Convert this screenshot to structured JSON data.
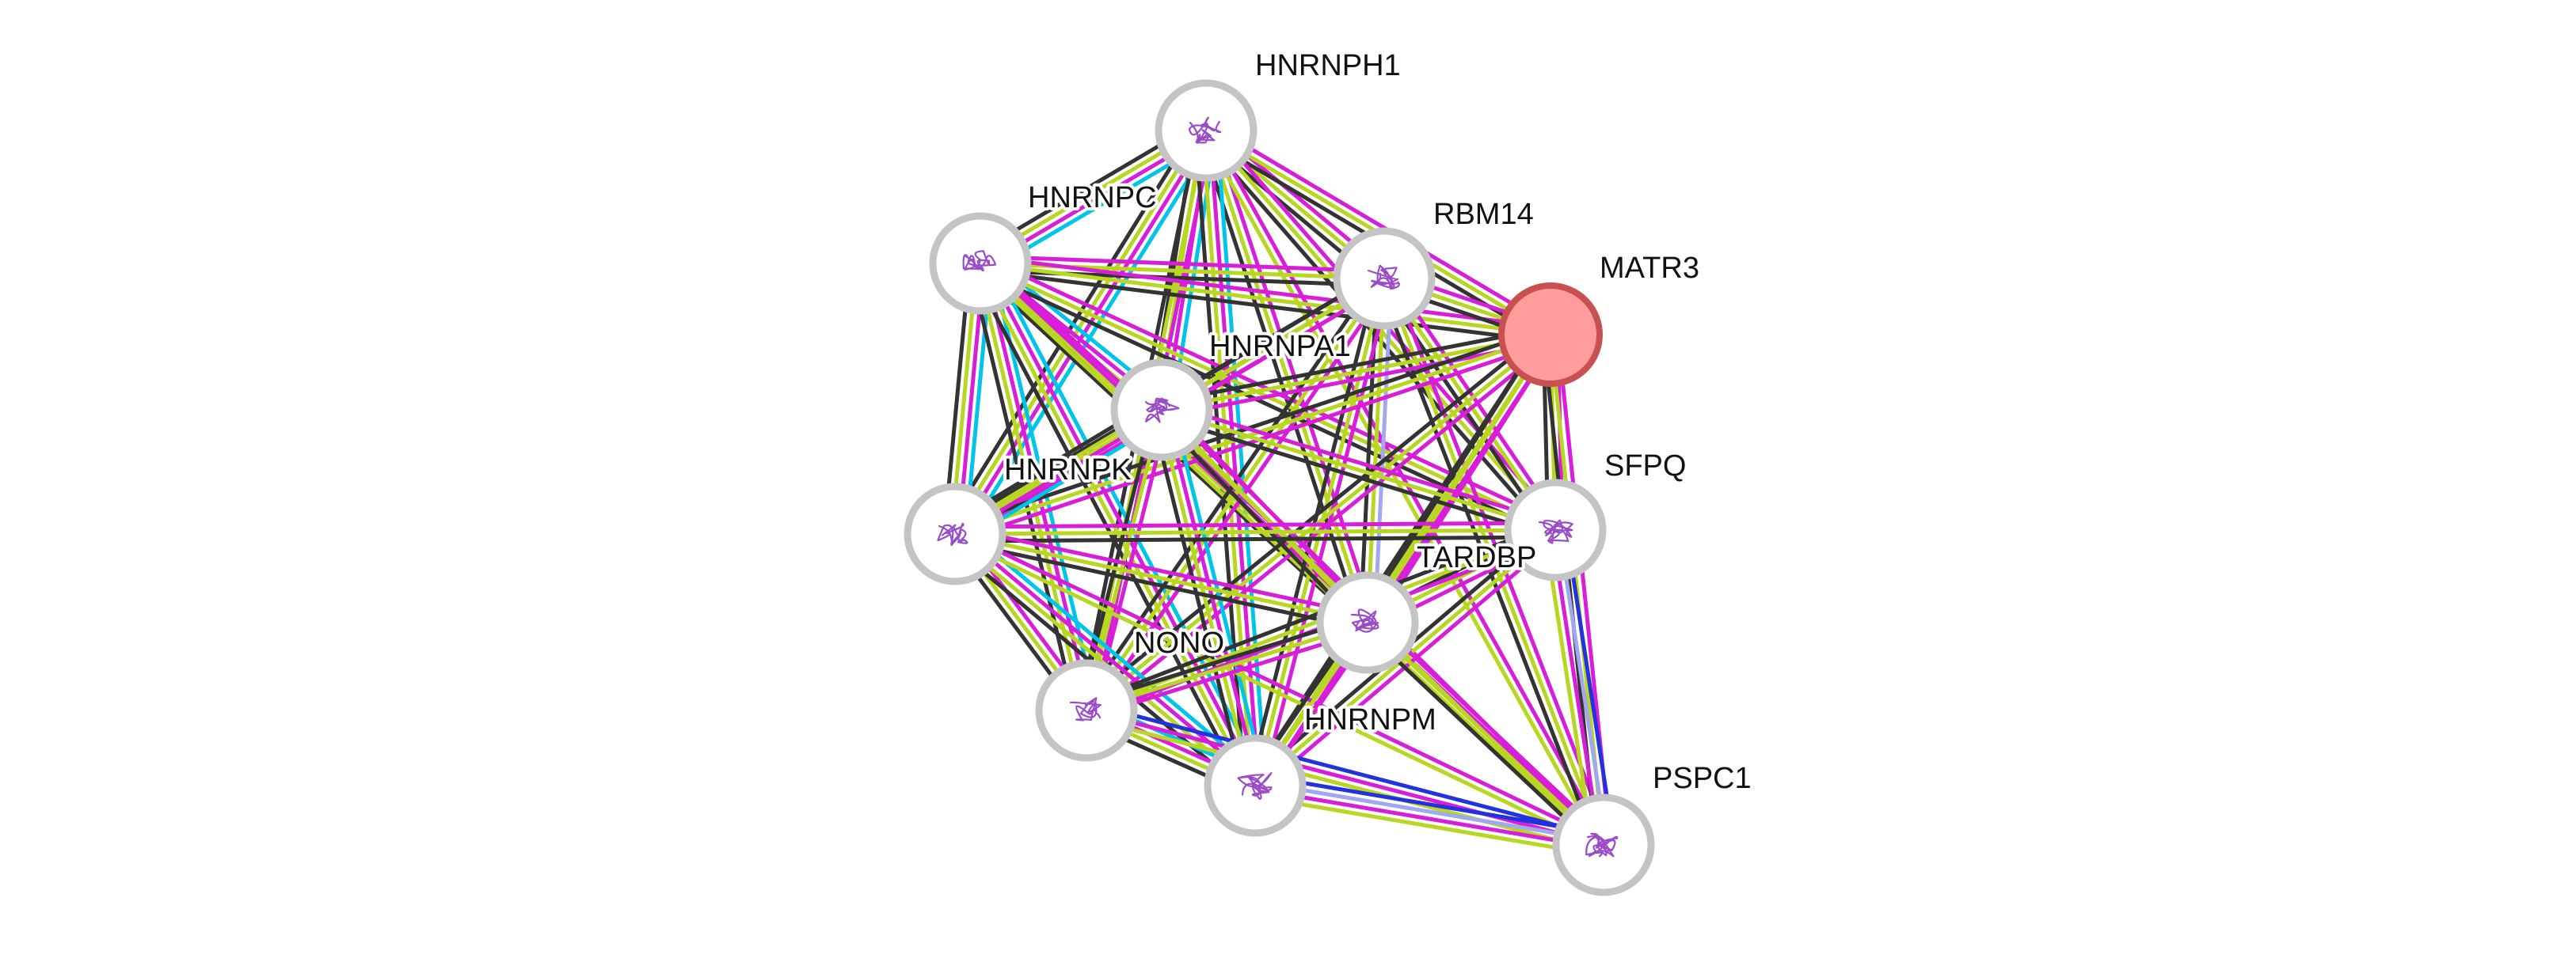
{
  "colors": {
    "database": "#00c4e8",
    "experiments": "#d81ed8",
    "textmining": "#b8d622",
    "coexpression": "#333333",
    "homology": "#a0a8f0",
    "cooccurrence": "#2233dd",
    "query_fill": "#ff9c9c",
    "query_stroke": "#c95050",
    "node_ring": "#c4c4c4"
  },
  "nodes": [
    {
      "id": "HNRNPH1",
      "label": "HNRNPH1",
      "icon": "protein-structure-icon",
      "query": false
    },
    {
      "id": "HNRNPC",
      "label": "HNRNPC",
      "icon": "protein-structure-icon",
      "query": false
    },
    {
      "id": "RBM14",
      "label": "RBM14",
      "icon": "protein-structure-icon",
      "query": false
    },
    {
      "id": "MATR3",
      "label": "MATR3",
      "icon": "query-protein-node",
      "query": true
    },
    {
      "id": "HNRNPA1",
      "label": "HNRNPA1",
      "icon": "protein-structure-icon",
      "query": false
    },
    {
      "id": "HNRNPK",
      "label": "HNRNPK",
      "icon": "protein-structure-icon",
      "query": false
    },
    {
      "id": "SFPQ",
      "label": "SFPQ",
      "icon": "protein-structure-icon",
      "query": false
    },
    {
      "id": "TARDBP",
      "label": "TARDBP",
      "icon": "protein-structure-icon",
      "query": false
    },
    {
      "id": "NONO",
      "label": "NONO",
      "icon": "protein-structure-icon",
      "query": false
    },
    {
      "id": "HNRNPM",
      "label": "HNRNPM",
      "icon": "protein-structure-icon",
      "query": false
    },
    {
      "id": "PSPC1",
      "label": "PSPC1",
      "icon": "protein-structure-icon",
      "query": false
    }
  ],
  "edges": [
    {
      "source": "HNRNPH1",
      "target": "HNRNPC",
      "evidence": [
        "database",
        "experiments",
        "textmining",
        "coexpression"
      ]
    },
    {
      "source": "HNRNPH1",
      "target": "RBM14",
      "evidence": [
        "experiments",
        "textmining",
        "coexpression"
      ]
    },
    {
      "source": "HNRNPH1",
      "target": "MATR3",
      "evidence": [
        "experiments",
        "textmining",
        "coexpression"
      ]
    },
    {
      "source": "HNRNPH1",
      "target": "HNRNPA1",
      "evidence": [
        "database",
        "experiments",
        "textmining",
        "coexpression"
      ]
    },
    {
      "source": "HNRNPH1",
      "target": "HNRNPK",
      "evidence": [
        "database",
        "experiments",
        "textmining",
        "coexpression"
      ]
    },
    {
      "source": "HNRNPH1",
      "target": "SFPQ",
      "evidence": [
        "experiments",
        "textmining",
        "coexpression"
      ]
    },
    {
      "source": "HNRNPH1",
      "target": "TARDBP",
      "evidence": [
        "experiments",
        "textmining",
        "coexpression"
      ]
    },
    {
      "source": "HNRNPH1",
      "target": "NONO",
      "evidence": [
        "experiments",
        "textmining",
        "coexpression"
      ]
    },
    {
      "source": "HNRNPH1",
      "target": "HNRNPM",
      "evidence": [
        "database",
        "experiments",
        "textmining",
        "coexpression"
      ]
    },
    {
      "source": "HNRNPH1",
      "target": "PSPC1",
      "evidence": [
        "experiments",
        "textmining"
      ]
    },
    {
      "source": "HNRNPC",
      "target": "RBM14",
      "evidence": [
        "experiments",
        "textmining",
        "coexpression"
      ]
    },
    {
      "source": "HNRNPC",
      "target": "MATR3",
      "evidence": [
        "experiments",
        "textmining",
        "coexpression"
      ]
    },
    {
      "source": "HNRNPC",
      "target": "HNRNPA1",
      "evidence": [
        "database",
        "experiments",
        "textmining",
        "coexpression"
      ]
    },
    {
      "source": "HNRNPC",
      "target": "HNRNPK",
      "evidence": [
        "database",
        "experiments",
        "textmining",
        "coexpression"
      ]
    },
    {
      "source": "HNRNPC",
      "target": "SFPQ",
      "evidence": [
        "experiments",
        "textmining",
        "coexpression"
      ]
    },
    {
      "source": "HNRNPC",
      "target": "TARDBP",
      "evidence": [
        "experiments",
        "textmining",
        "coexpression"
      ]
    },
    {
      "source": "HNRNPC",
      "target": "NONO",
      "evidence": [
        "database",
        "experiments",
        "textmining",
        "coexpression"
      ]
    },
    {
      "source": "HNRNPC",
      "target": "HNRNPM",
      "evidence": [
        "database",
        "experiments",
        "textmining",
        "coexpression"
      ]
    },
    {
      "source": "HNRNPC",
      "target": "PSPC1",
      "evidence": [
        "experiments",
        "textmining"
      ]
    },
    {
      "source": "RBM14",
      "target": "MATR3",
      "evidence": [
        "experiments",
        "textmining",
        "coexpression"
      ]
    },
    {
      "source": "RBM14",
      "target": "HNRNPA1",
      "evidence": [
        "experiments",
        "textmining",
        "coexpression"
      ]
    },
    {
      "source": "RBM14",
      "target": "HNRNPK",
      "evidence": [
        "experiments",
        "textmining",
        "coexpression"
      ]
    },
    {
      "source": "RBM14",
      "target": "SFPQ",
      "evidence": [
        "experiments",
        "textmining",
        "coexpression"
      ]
    },
    {
      "source": "RBM14",
      "target": "TARDBP",
      "evidence": [
        "homology",
        "textmining",
        "coexpression"
      ]
    },
    {
      "source": "RBM14",
      "target": "NONO",
      "evidence": [
        "experiments",
        "textmining",
        "coexpression"
      ]
    },
    {
      "source": "RBM14",
      "target": "HNRNPM",
      "evidence": [
        "experiments",
        "textmining",
        "coexpression"
      ]
    },
    {
      "source": "RBM14",
      "target": "PSPC1",
      "evidence": [
        "experiments",
        "textmining",
        "coexpression"
      ]
    },
    {
      "source": "MATR3",
      "target": "HNRNPA1",
      "evidence": [
        "experiments",
        "textmining",
        "coexpression"
      ]
    },
    {
      "source": "MATR3",
      "target": "HNRNPK",
      "evidence": [
        "experiments",
        "textmining",
        "coexpression"
      ]
    },
    {
      "source": "MATR3",
      "target": "SFPQ",
      "evidence": [
        "experiments",
        "textmining",
        "coexpression"
      ]
    },
    {
      "source": "MATR3",
      "target": "TARDBP",
      "evidence": [
        "experiments",
        "textmining",
        "coexpression"
      ]
    },
    {
      "source": "MATR3",
      "target": "NONO",
      "evidence": [
        "experiments",
        "textmining",
        "coexpression"
      ]
    },
    {
      "source": "MATR3",
      "target": "HNRNPM",
      "evidence": [
        "experiments",
        "textmining",
        "coexpression"
      ]
    },
    {
      "source": "MATR3",
      "target": "PSPC1",
      "evidence": [
        "experiments",
        "textmining",
        "coexpression"
      ]
    },
    {
      "source": "HNRNPA1",
      "target": "HNRNPK",
      "evidence": [
        "database",
        "experiments",
        "textmining",
        "coexpression"
      ]
    },
    {
      "source": "HNRNPA1",
      "target": "SFPQ",
      "evidence": [
        "experiments",
        "textmining",
        "coexpression"
      ]
    },
    {
      "source": "HNRNPA1",
      "target": "TARDBP",
      "evidence": [
        "experiments",
        "textmining",
        "coexpression"
      ]
    },
    {
      "source": "HNRNPA1",
      "target": "NONO",
      "evidence": [
        "experiments",
        "textmining",
        "coexpression"
      ]
    },
    {
      "source": "HNRNPA1",
      "target": "HNRNPM",
      "evidence": [
        "database",
        "experiments",
        "textmining",
        "coexpression"
      ]
    },
    {
      "source": "HNRNPA1",
      "target": "PSPC1",
      "evidence": [
        "experiments",
        "textmining"
      ]
    },
    {
      "source": "HNRNPK",
      "target": "SFPQ",
      "evidence": [
        "experiments",
        "textmining",
        "coexpression"
      ]
    },
    {
      "source": "HNRNPK",
      "target": "TARDBP",
      "evidence": [
        "experiments",
        "textmining",
        "coexpression"
      ]
    },
    {
      "source": "HNRNPK",
      "target": "NONO",
      "evidence": [
        "experiments",
        "textmining",
        "coexpression"
      ]
    },
    {
      "source": "HNRNPK",
      "target": "HNRNPM",
      "evidence": [
        "database",
        "experiments",
        "textmining",
        "coexpression"
      ]
    },
    {
      "source": "HNRNPK",
      "target": "PSPC1",
      "evidence": [
        "experiments",
        "textmining"
      ]
    },
    {
      "source": "SFPQ",
      "target": "TARDBP",
      "evidence": [
        "experiments",
        "textmining",
        "coexpression"
      ]
    },
    {
      "source": "SFPQ",
      "target": "NONO",
      "evidence": [
        "experiments",
        "textmining",
        "coexpression"
      ]
    },
    {
      "source": "SFPQ",
      "target": "HNRNPM",
      "evidence": [
        "experiments",
        "textmining",
        "coexpression"
      ]
    },
    {
      "source": "SFPQ",
      "target": "PSPC1",
      "evidence": [
        "cooccurrence",
        "homology",
        "experiments",
        "textmining"
      ]
    },
    {
      "source": "TARDBP",
      "target": "NONO",
      "evidence": [
        "experiments",
        "textmining",
        "coexpression"
      ]
    },
    {
      "source": "TARDBP",
      "target": "HNRNPM",
      "evidence": [
        "experiments",
        "textmining",
        "coexpression"
      ]
    },
    {
      "source": "TARDBP",
      "target": "PSPC1",
      "evidence": [
        "experiments",
        "textmining",
        "coexpression"
      ]
    },
    {
      "source": "NONO",
      "target": "HNRNPM",
      "evidence": [
        "database",
        "experiments",
        "textmining",
        "coexpression"
      ]
    },
    {
      "source": "NONO",
      "target": "PSPC1",
      "evidence": [
        "cooccurrence",
        "experiments",
        "textmining"
      ]
    },
    {
      "source": "HNRNPM",
      "target": "PSPC1",
      "evidence": [
        "cooccurrence",
        "homology",
        "experiments",
        "textmining"
      ]
    }
  ]
}
